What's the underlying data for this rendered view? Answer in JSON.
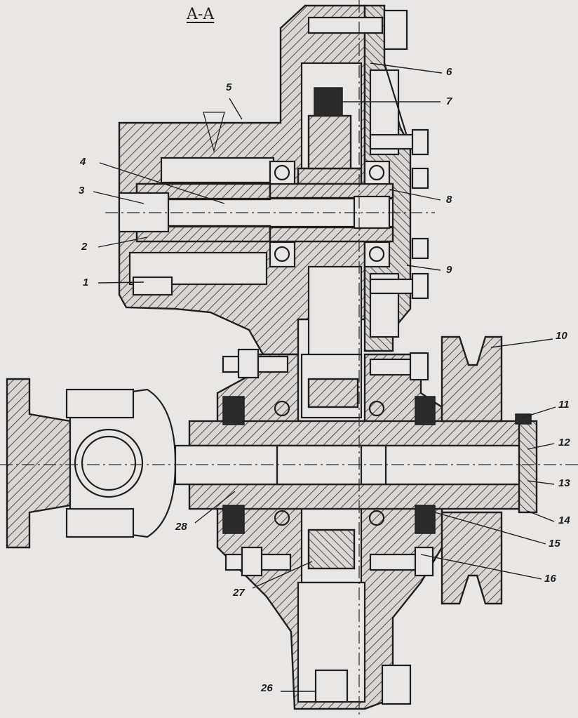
{
  "section_label": "A-A",
  "parts": [
    {
      "id": "1",
      "label": "1"
    },
    {
      "id": "2",
      "label": "2"
    },
    {
      "id": "3",
      "label": "3"
    },
    {
      "id": "4",
      "label": "4"
    },
    {
      "id": "5",
      "label": "5"
    },
    {
      "id": "6",
      "label": "6"
    },
    {
      "id": "7",
      "label": "7"
    },
    {
      "id": "8",
      "label": "8"
    },
    {
      "id": "9",
      "label": "9"
    },
    {
      "id": "10",
      "label": "10"
    },
    {
      "id": "11",
      "label": "11"
    },
    {
      "id": "12",
      "label": "12"
    },
    {
      "id": "13",
      "label": "13"
    },
    {
      "id": "14",
      "label": "14"
    },
    {
      "id": "15",
      "label": "15"
    },
    {
      "id": "16",
      "label": "16"
    },
    {
      "id": "26",
      "label": "26"
    },
    {
      "id": "27",
      "label": "27"
    },
    {
      "id": "28",
      "label": "28"
    }
  ]
}
